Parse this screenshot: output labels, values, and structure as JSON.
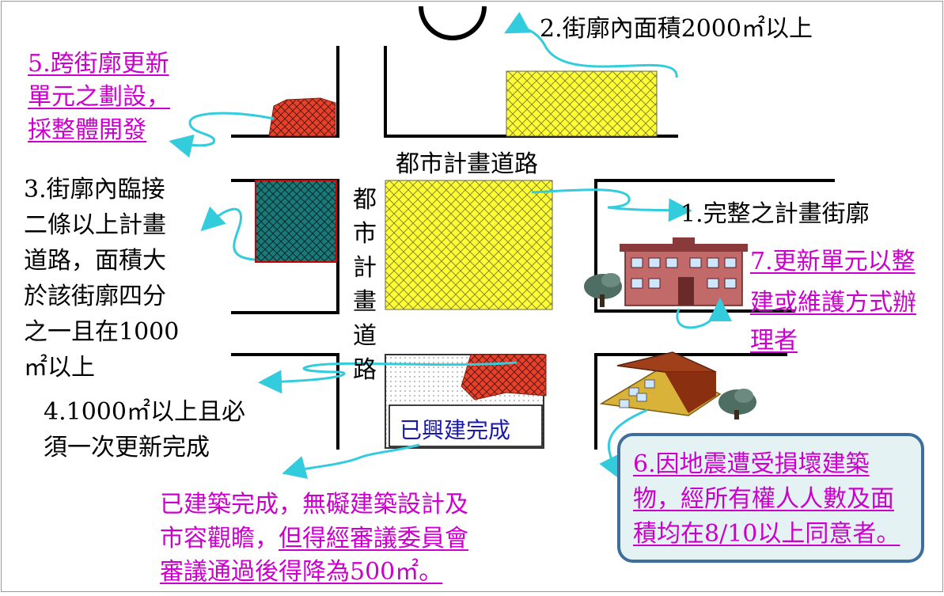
{
  "labels": {
    "label1": "1.完整之計畫街廓",
    "label2": "2.街廓內面積2000㎡以上",
    "label3": [
      "3.街廓內臨接",
      "二條以上計畫",
      "道路，面積大",
      "於該街廓四分",
      "之一且在1000",
      "㎡以上"
    ],
    "label4": [
      "4.1000㎡以上且必",
      "須一次更新完成"
    ],
    "label5": [
      "5.跨街廓更新",
      "單元之劃設，",
      "採整體開發"
    ],
    "label6": [
      "6.因地震遭受損壞建築",
      "物，經所有權人人數及面",
      "積均在8/10以上同意者。"
    ],
    "label7": [
      "7.更新單元以整",
      "建或維護方式辦",
      "理者"
    ],
    "bottom": {
      "line1": "已建築完成，無礙建築設計及",
      "line2_plain": "市容觀瞻，",
      "line2_underlined": "但得經審議委員會",
      "line3": "審議通過後得降為500㎡。"
    },
    "road_horizontal": "都市計畫道路",
    "road_vertical": [
      "都",
      "市",
      "計",
      "畫",
      "道",
      "路"
    ],
    "built": "已興建完成"
  },
  "colors": {
    "yellow": "#ffff33",
    "red": "#e8402a",
    "teal": "#1a7a7a",
    "cyan_arrow": "#33ccdd",
    "pink_text": "#cc00cc",
    "box6_border": "#3e6e9b",
    "box6_fill": "#e4f2f4"
  },
  "icons": [
    "house-icon",
    "tree-icon",
    "building-icon"
  ]
}
